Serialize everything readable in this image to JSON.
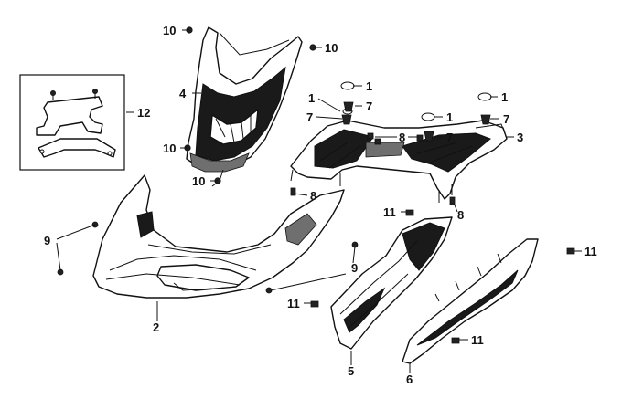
{
  "callouts": {
    "c1a": "1",
    "c1b": "1",
    "c1c": "1",
    "c1d": "1",
    "c2": "2",
    "c3": "3",
    "c4": "4",
    "c5": "5",
    "c6": "6",
    "c7a": "7",
    "c7b": "7",
    "c7c": "7",
    "c7d": "7",
    "c8a": "8",
    "c8b": "8",
    "c8c": "8",
    "c9a": "9",
    "c9b": "9",
    "c10a": "10",
    "c10b": "10",
    "c10c": "10",
    "c10d": "10",
    "c11a": "11",
    "c11b": "11",
    "c11c": "11",
    "c11d": "11",
    "c12": "12"
  },
  "colors": {
    "line": "#111111",
    "fill_dark": "#1a1a1a",
    "fill_mid": "#6f6f6f",
    "background": "#ffffff"
  }
}
